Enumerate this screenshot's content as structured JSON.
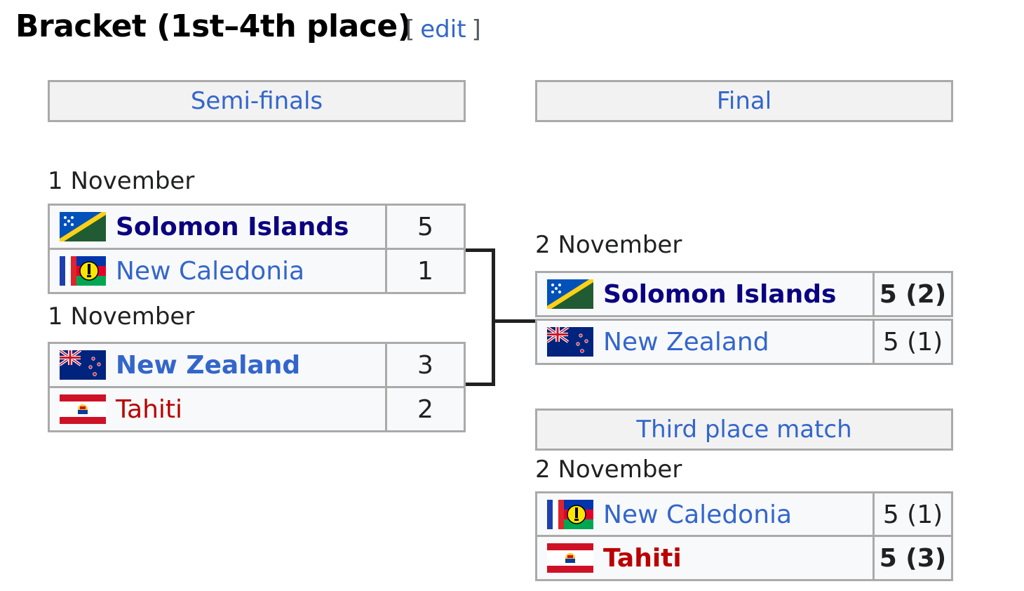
{
  "heading": "Bracket (1st–4th place)",
  "edit": {
    "open": "[",
    "label": "edit",
    "close": "]"
  },
  "headers": {
    "semifinals": "Semi-finals",
    "final": "Final",
    "third": "Third place match"
  },
  "semifinal_1": {
    "date": "1 November",
    "teams": [
      {
        "name": "Solomon Islands",
        "score": "5",
        "flag": "solomon-islands-flag-icon"
      },
      {
        "name": "New Caledonia",
        "score": "1",
        "flag": "new-caledonia-flag-icon"
      }
    ]
  },
  "semifinal_2": {
    "date": "1 November",
    "teams": [
      {
        "name": "New Zealand",
        "score": "3",
        "flag": "new-zealand-flag-icon"
      },
      {
        "name": "Tahiti",
        "score": "2",
        "flag": "tahiti-flag-icon"
      }
    ]
  },
  "final": {
    "date": "2 November",
    "teams": [
      {
        "name": "Solomon Islands",
        "score": "5 (2)",
        "flag": "solomon-islands-flag-icon"
      },
      {
        "name": "New Zealand",
        "score": "5 (1)",
        "flag": "new-zealand-flag-icon"
      }
    ]
  },
  "third_place": {
    "date": "2 November",
    "teams": [
      {
        "name": "New Caledonia",
        "score": "5 (1)",
        "flag": "new-caledonia-flag-icon"
      },
      {
        "name": "Tahiti",
        "score": "5 (3)",
        "flag": "tahiti-flag-icon"
      }
    ]
  },
  "colors": {
    "link": "#3366cc",
    "winner_link": "#0b0080",
    "red_link": "#ba0000",
    "cell_bg": "#f8f9fa",
    "header_bg": "#f2f2f2",
    "border": "#aaaaaa"
  }
}
